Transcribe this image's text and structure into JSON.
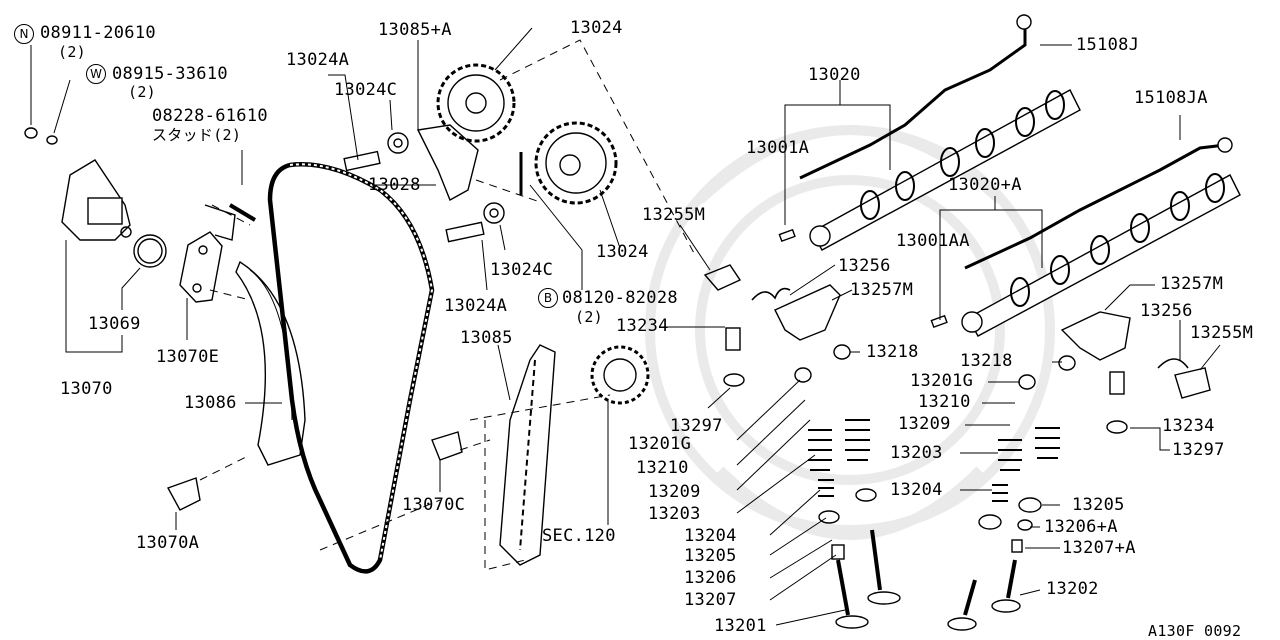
{
  "diagram_id": "A130F 0092",
  "labels": {
    "nut_part": "08911-20610",
    "nut_qty": "(2)",
    "washer_part": "08915-33610",
    "washer_qty": "(2)",
    "stud_part": "08228-61610",
    "stud_note": "スタッド(2)",
    "bolt_b_part": "08120-82028",
    "bolt_b_qty": "(2)",
    "p13069": "13069",
    "p13070": "13070",
    "p13070E": "13070E",
    "p13086": "13086",
    "p13070A": "13070A",
    "p13070C": "13070C",
    "p13028": "13028",
    "p13024A_top": "13024A",
    "p13024C_top": "13024C",
    "p13085A": "13085+A",
    "p13024_top": "13024",
    "p13024_mid": "13024",
    "p13024C_mid": "13024C",
    "p13024A_mid": "13024A",
    "p13085": "13085",
    "sec120": "SEC.120",
    "p13255M_l": "13255M",
    "p13256_l": "13256",
    "p13257M_l": "13257M",
    "p13234_l": "13234",
    "p13218_l": "13218",
    "p13297_l": "13297",
    "p13201G_l": "13201G",
    "p13210_l": "13210",
    "p13209_l": "13209",
    "p13203_l": "13203",
    "p13204_l": "13204",
    "p13205_l": "13205",
    "p13206_l": "13206",
    "p13207_l": "13207",
    "p13201_l": "13201",
    "p13020": "13020",
    "p13001A": "13001A",
    "p15108J": "15108J",
    "p15108JA": "15108JA",
    "p13020A": "13020+A",
    "p13001AA": "13001AA",
    "p13257M_r": "13257M",
    "p13256_r": "13256",
    "p13255M_r": "13255M",
    "p13218_r": "13218",
    "p13201G_r": "13201G",
    "p13210_r": "13210",
    "p13209_r": "13209",
    "p13203_r": "13203",
    "p13204_r": "13204",
    "p13234_r": "13234",
    "p13297_r": "13297",
    "p13205_r": "13205",
    "p13206A_r": "13206+A",
    "p13207A_r": "13207+A",
    "p13202_r": "13202"
  },
  "symbols": {
    "nut": "N",
    "washer": "W",
    "bolt": "B"
  }
}
